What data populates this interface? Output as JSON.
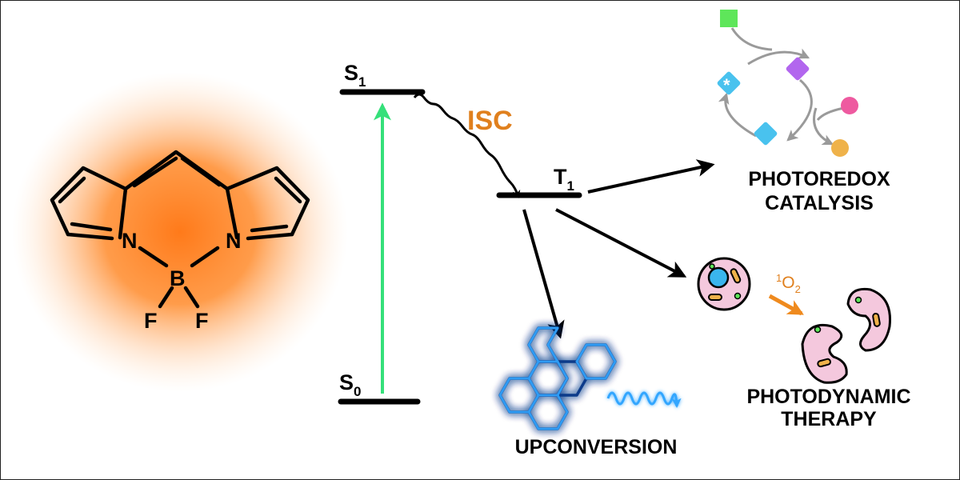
{
  "molecule": {
    "atoms": {
      "n_left": "N",
      "n_right": "N",
      "boron": "B",
      "f_left": "F",
      "f_right": "F"
    },
    "glow_color": "#ff8a2a",
    "bond_color": "#000000"
  },
  "energy_levels": {
    "s1": {
      "letter": "S",
      "subscript": "1"
    },
    "s0": {
      "letter": "S",
      "subscript": "0"
    },
    "t1": {
      "letter": "T",
      "subscript": "1"
    },
    "excitation_arrow_color": "#35e07a",
    "isc_label": "ISC",
    "isc_color": "#e0801e"
  },
  "applications": {
    "photoredox": {
      "line1": "PHOTOREDOX",
      "line2": "CATALYSIS",
      "star_symbol": "*"
    },
    "photodynamic": {
      "line1": "PHOTODYNAMIC",
      "line2": "THERAPY",
      "oxygen_sup": "1",
      "oxygen_main": "O",
      "oxygen_sub": "2",
      "cell_color": "#f4c8dd"
    },
    "upconversion": {
      "label": "UPCONVERSION",
      "glow_color": "#33a6ff"
    }
  },
  "colors": {
    "square_green": "#5ee65a",
    "diamond_purple": "#b266ee",
    "circle_pink": "#ee5aa0",
    "circle_orange": "#efb24a",
    "diamond_blue": "#49c2ee",
    "cycle_gray": "#9a9a9a"
  }
}
